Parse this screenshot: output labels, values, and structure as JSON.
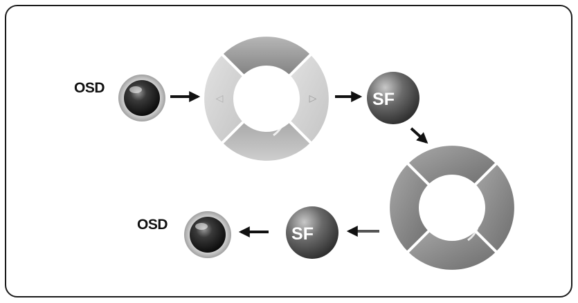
{
  "labels": {
    "osd_top": "OSD",
    "osd_bottom": "OSD",
    "sf_top": "SF",
    "sf_bottom": "SF",
    "left_arrow_glyph": "◁",
    "right_arrow_glyph": "▷"
  },
  "colors": {
    "button_dark": "#2a2a2a",
    "ring_gray": "#8f8f8f",
    "ring_highlight": "#d0d0d0",
    "arrow": "#111111"
  }
}
